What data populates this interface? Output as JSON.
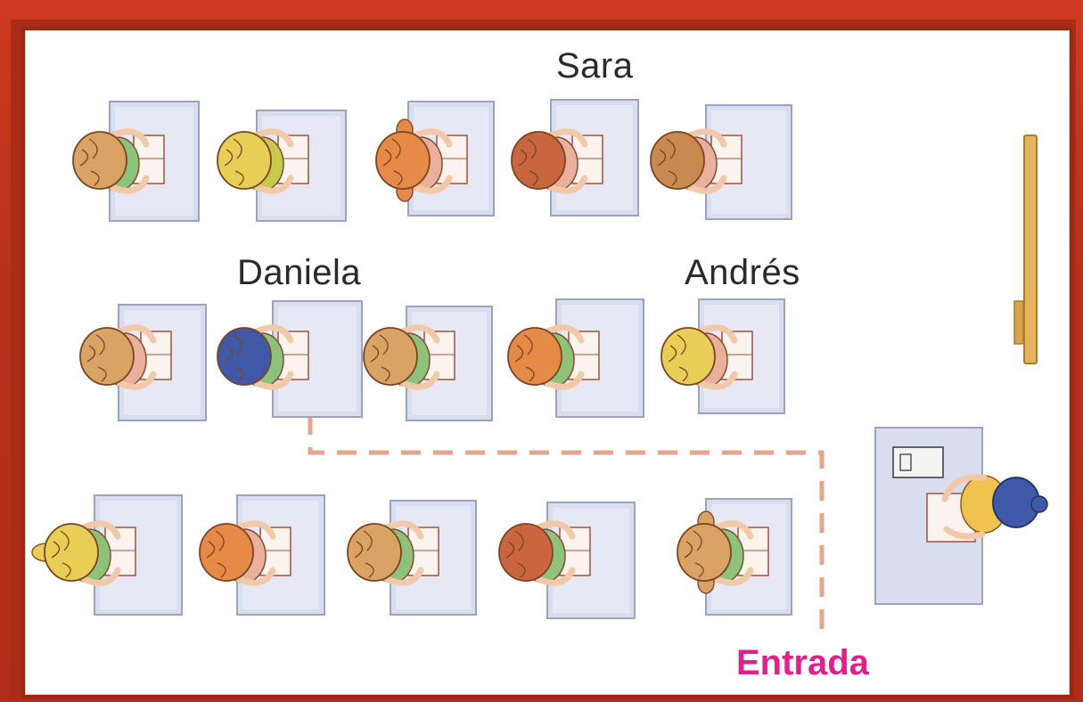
{
  "labels": {
    "sara": "Sara",
    "daniela": "Daniela",
    "andres": "Andrés",
    "entrada": "Entrada"
  },
  "colors": {
    "frame": "#b8301a",
    "desk_fill": "#d9deef",
    "desk_edge": "#9aa3c2",
    "path_dash": "#e8a48a",
    "entrada_text": "#e0218a",
    "board": "#e6b45c"
  },
  "hair_colors": {
    "brown": "#c98a4f",
    "blonde": "#e7cf57",
    "ginger": "#e58a47",
    "auburn": "#c9663f",
    "navy": "#3f58a8",
    "tan": "#d9a363"
  },
  "rows": [
    [
      {
        "hair": "tan",
        "shirt": "#8cc27a"
      },
      {
        "hair": "blonde",
        "shirt": "#c6c94c"
      },
      {
        "hair": "ginger",
        "shirt": "#e9b19b",
        "pigtails": true
      },
      {
        "hair": "auburn",
        "shirt": "#e9b19b"
      },
      {
        "hair": "brown",
        "shirt": "#e9b19b"
      }
    ],
    [
      {
        "hair": "tan",
        "shirt": "#e9b19b"
      },
      {
        "hair": "navy",
        "shirt": "#8cc27a"
      },
      {
        "hair": "tan",
        "shirt": "#8cc27a"
      },
      {
        "hair": "ginger",
        "shirt": "#8cc27a"
      },
      {
        "hair": "blonde",
        "shirt": "#e9b19b"
      }
    ],
    [
      {
        "hair": "blonde",
        "shirt": "#8cc27a",
        "ponytail": true
      },
      {
        "hair": "ginger",
        "shirt": "#e9b19b"
      },
      {
        "hair": "tan",
        "shirt": "#8cc27a"
      },
      {
        "hair": "auburn",
        "shirt": "#8cc27a"
      },
      {
        "hair": "tan",
        "shirt": "#8cc27a",
        "pigtails": true
      }
    ]
  ],
  "teacher": {
    "hair": "navy",
    "shirt": "#f0c24f"
  }
}
